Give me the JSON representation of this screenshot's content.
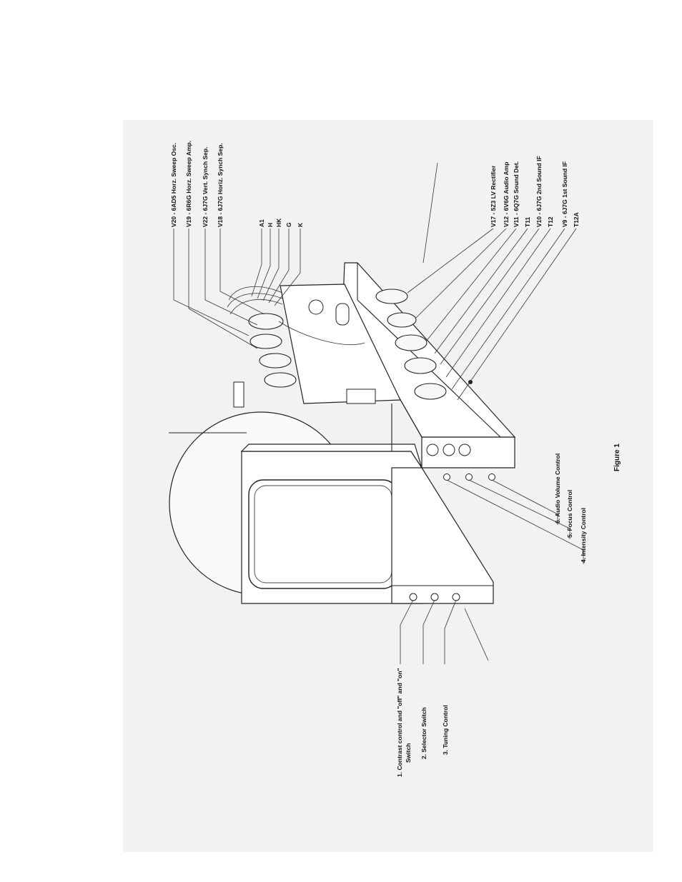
{
  "figure": {
    "caption": "Figure 1",
    "top_labels": [
      "V20 - 6AD5 Horz. Sweep Osc.",
      "V19 - 6R6G Horz. Sweep Amp.",
      "V22 - 6J7G Vert. Synch Sep.",
      "V18 - 6J7G Horiz. Synch Sep."
    ],
    "crt_labels": [
      "A1",
      "H",
      "HK",
      "G",
      "K"
    ],
    "right_labels": [
      "V17 - 5Z3 LV Rectifier",
      "V12 - 6V6G Audio Amp",
      "V11 - 6Q7G  Sound Det.",
      "T11",
      "V10 - 6J7G  2nd Sound IF",
      "T12",
      "V9 - 6J7G  1st Sound IF",
      "T12A"
    ],
    "control_labels_middle": [
      "6. Audio Volume Control",
      "5. Focus Control",
      "4. Intensity Control"
    ],
    "control_labels_left": {
      "contrast_line1": "1. Contrast control and \"off\" and \"on\"",
      "contrast_line2": "Switch",
      "selector": "2. Selector Switch",
      "tuning": "3. Tuning Control"
    }
  }
}
